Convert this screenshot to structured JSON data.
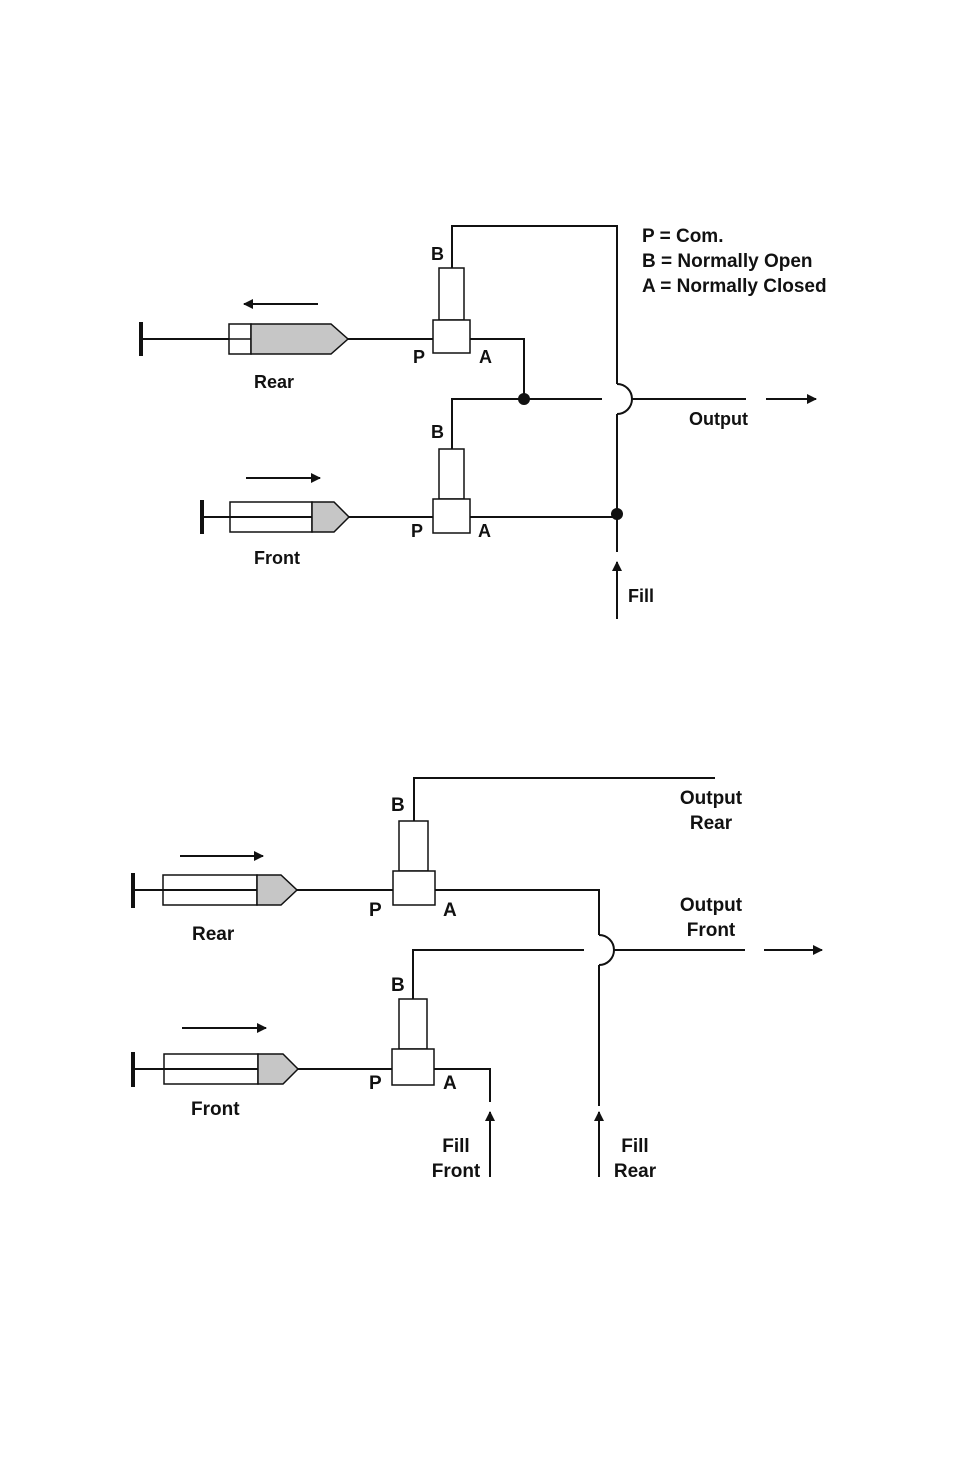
{
  "colors": {
    "line": "#111111",
    "syringe_fill": "#c6c6c6",
    "background": "#ffffff"
  },
  "top_diagram": {
    "legend": [
      "P = Com.",
      "B = Normally Open",
      "A = Normally Closed"
    ],
    "valve_port_b": "B",
    "valve_port_p": "P",
    "valve_port_a": "A",
    "rear_label": "Rear",
    "front_label": "Front",
    "output_label": "Output",
    "fill_label": "Fill"
  },
  "bottom_diagram": {
    "valve_port_b": "B",
    "valve_port_p": "P",
    "valve_port_a": "A",
    "rear_label": "Rear",
    "front_label": "Front",
    "output_rear": [
      "Output",
      "Rear"
    ],
    "output_front": [
      "Output",
      "Front"
    ],
    "fill_front": [
      "Fill",
      "Front"
    ],
    "fill_rear": [
      "Fill",
      "Rear"
    ]
  }
}
